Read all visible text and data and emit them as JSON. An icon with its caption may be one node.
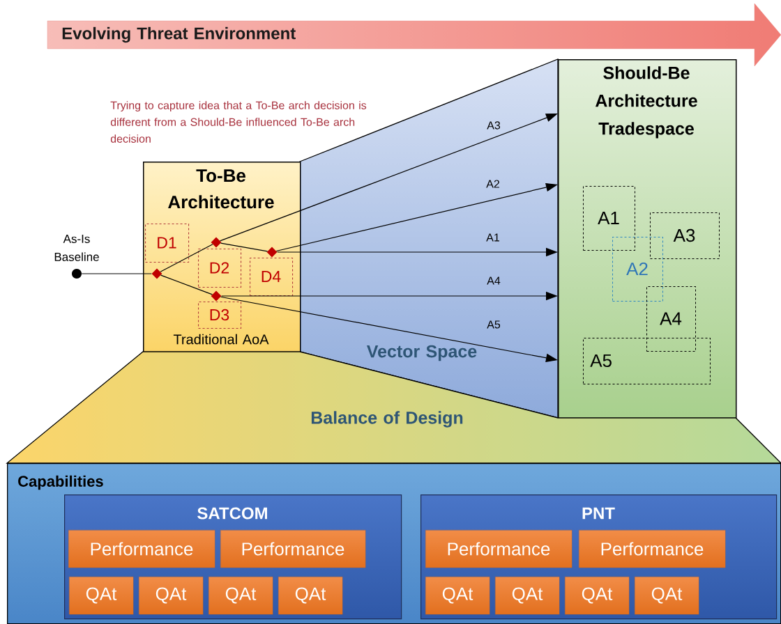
{
  "diagram": {
    "nodes": [
      {
        "text": [
          "Evolving Threat Environment"
        ]
      },
      {
        "text": [
          "To-Be Architecture",
          "Traditional AoA"
        ]
      },
      {
        "text": [
          "D1"
        ],
        "in": 1
      },
      {
        "text": [
          "D2"
        ],
        "in": 1
      },
      {
        "text": [
          "D4"
        ],
        "in": 1
      },
      {
        "text": [
          "D3"
        ],
        "in": 1
      },
      {
        "text": [],
        "shape": "diamond",
        "in": 1
      },
      {
        "text": [],
        "shape": "diamond",
        "in": 1
      },
      {
        "text": [],
        "shape": "diamond",
        "in": 1
      },
      {
        "text": [],
        "shape": "diamond",
        "in": 1
      },
      {
        "text": [],
        "shape": "circle",
        "beside": [
          "As-Is Baseline"
        ]
      },
      {
        "text": [
          "Should-Be Architecture Tradespace"
        ]
      },
      {
        "text": [
          "A1"
        ],
        "in": 11
      },
      {
        "text": [
          "A3"
        ],
        "in": 11
      },
      {
        "text": [
          "A2"
        ],
        "in": 11
      },
      {
        "text": [
          "A4"
        ],
        "in": 11
      },
      {
        "text": [
          "A5"
        ],
        "in": 11
      },
      {
        "text": [
          "Balance of Design"
        ]
      },
      {
        "text": [
          "Capabilities"
        ]
      },
      {
        "text": [
          "SATCOM"
        ],
        "in": 18
      },
      {
        "text": [
          "Performance"
        ],
        "in": 19
      },
      {
        "text": [
          "Performance"
        ],
        "in": 19
      },
      {
        "text": [
          "QAt"
        ],
        "in": 19
      },
      {
        "text": [
          "QAt"
        ],
        "in": 19
      },
      {
        "text": [
          "QAt"
        ],
        "in": 19
      },
      {
        "text": [
          "QAt"
        ],
        "in": 19
      },
      {
        "text": [
          "PNT"
        ],
        "in": 18
      },
      {
        "text": [
          "Performance"
        ],
        "in": 26
      },
      {
        "text": [
          "Performance"
        ],
        "in": 26
      },
      {
        "text": [
          "QAt"
        ],
        "in": 26
      },
      {
        "text": [
          "QAt"
        ],
        "in": 26
      },
      {
        "text": [
          "QAt"
        ],
        "in": 26
      },
      {
        "text": [
          "QAt"
        ],
        "in": 26
      }
    ],
    "edges": [
      {
        "from": 10,
        "to": 6,
        "arrow": "none"
      },
      {
        "from": 6,
        "to": 7,
        "arrow": "none"
      },
      {
        "from": 6,
        "to": 9,
        "arrow": "none"
      },
      {
        "from": 7,
        "to": 8,
        "arrow": "none"
      },
      {
        "from": 7,
        "to": 11,
        "arrow": "to",
        "label": "A3"
      },
      {
        "from": 8,
        "to": 11,
        "arrow": "to",
        "label": "A2"
      },
      {
        "from": 8,
        "to": 11,
        "arrow": "to",
        "label": "A1"
      },
      {
        "from": 9,
        "to": 11,
        "arrow": "to",
        "label": "A4"
      },
      {
        "from": 9,
        "to": 11,
        "arrow": "to",
        "label": "A5"
      }
    ],
    "labels": [
      "Vector Space",
      "Trying to capture idea that a To-Be arch decision is different from a Should-Be influenced To-Be arch decision"
    ]
  }
}
